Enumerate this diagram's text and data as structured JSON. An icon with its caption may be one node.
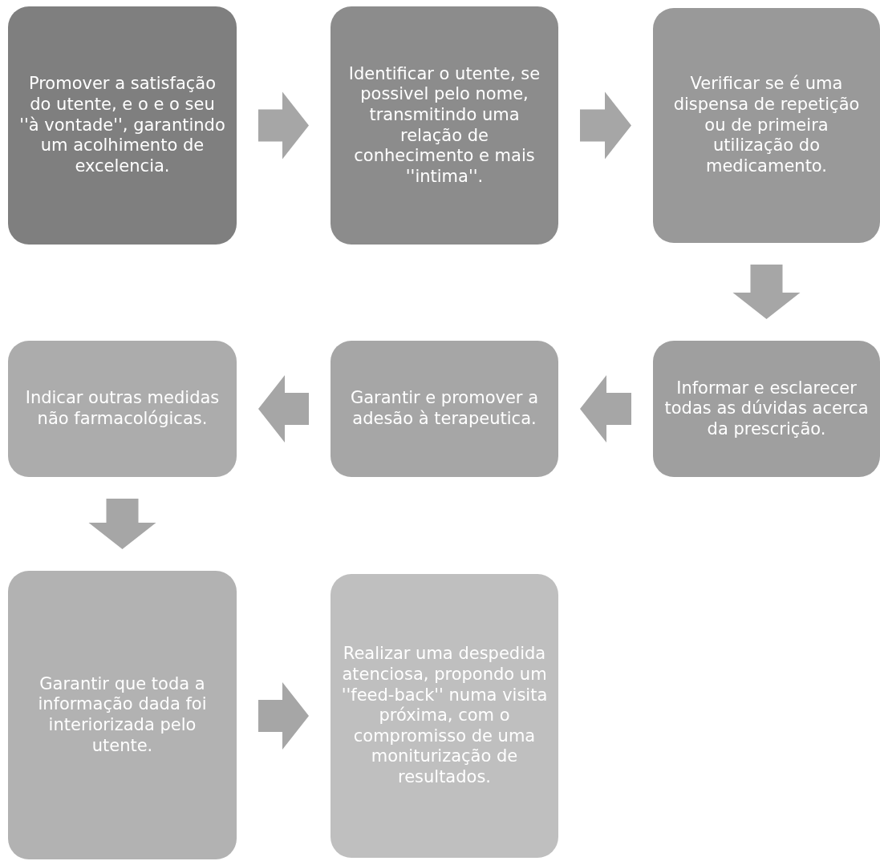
{
  "diagram": {
    "nodes": [
      {
        "text": [
          "Promover a satisfação do utente, e o e o seu ''à vontade'', garantindo um acolhimento de excelencia."
        ]
      },
      {
        "text": [
          "Identificar o utente, se possivel pelo nome, transmitindo uma relação de conhecimento e mais ''intima''."
        ]
      },
      {
        "text": [
          "Verificar se é uma dispensa de repetição ou de primeira utilização do medicamento."
        ]
      },
      {
        "text": [
          "Informar e esclarecer todas as dúvidas acerca da prescrição."
        ]
      },
      {
        "text": [
          "Garantir e promover a adesão à terapeutica."
        ]
      },
      {
        "text": [
          "Indicar outras medidas não farmacológicas."
        ]
      },
      {
        "text": [
          "Garantir que toda a informação dada foi interiorizada pelo utente."
        ]
      },
      {
        "text": [
          "Realizar uma despedida atenciosa, propondo um ''feed-back'' numa visita próxima, com o compromisso de uma moniturização de resultados."
        ]
      }
    ],
    "edges": [
      {
        "from": 0,
        "to": 1,
        "arrow": "to"
      },
      {
        "from": 1,
        "to": 2,
        "arrow": "to"
      },
      {
        "from": 2,
        "to": 3,
        "arrow": "to"
      },
      {
        "from": 3,
        "to": 4,
        "arrow": "to"
      },
      {
        "from": 4,
        "to": 5,
        "arrow": "to"
      },
      {
        "from": 5,
        "to": 6,
        "arrow": "to"
      },
      {
        "from": 6,
        "to": 7,
        "arrow": "to"
      }
    ]
  }
}
